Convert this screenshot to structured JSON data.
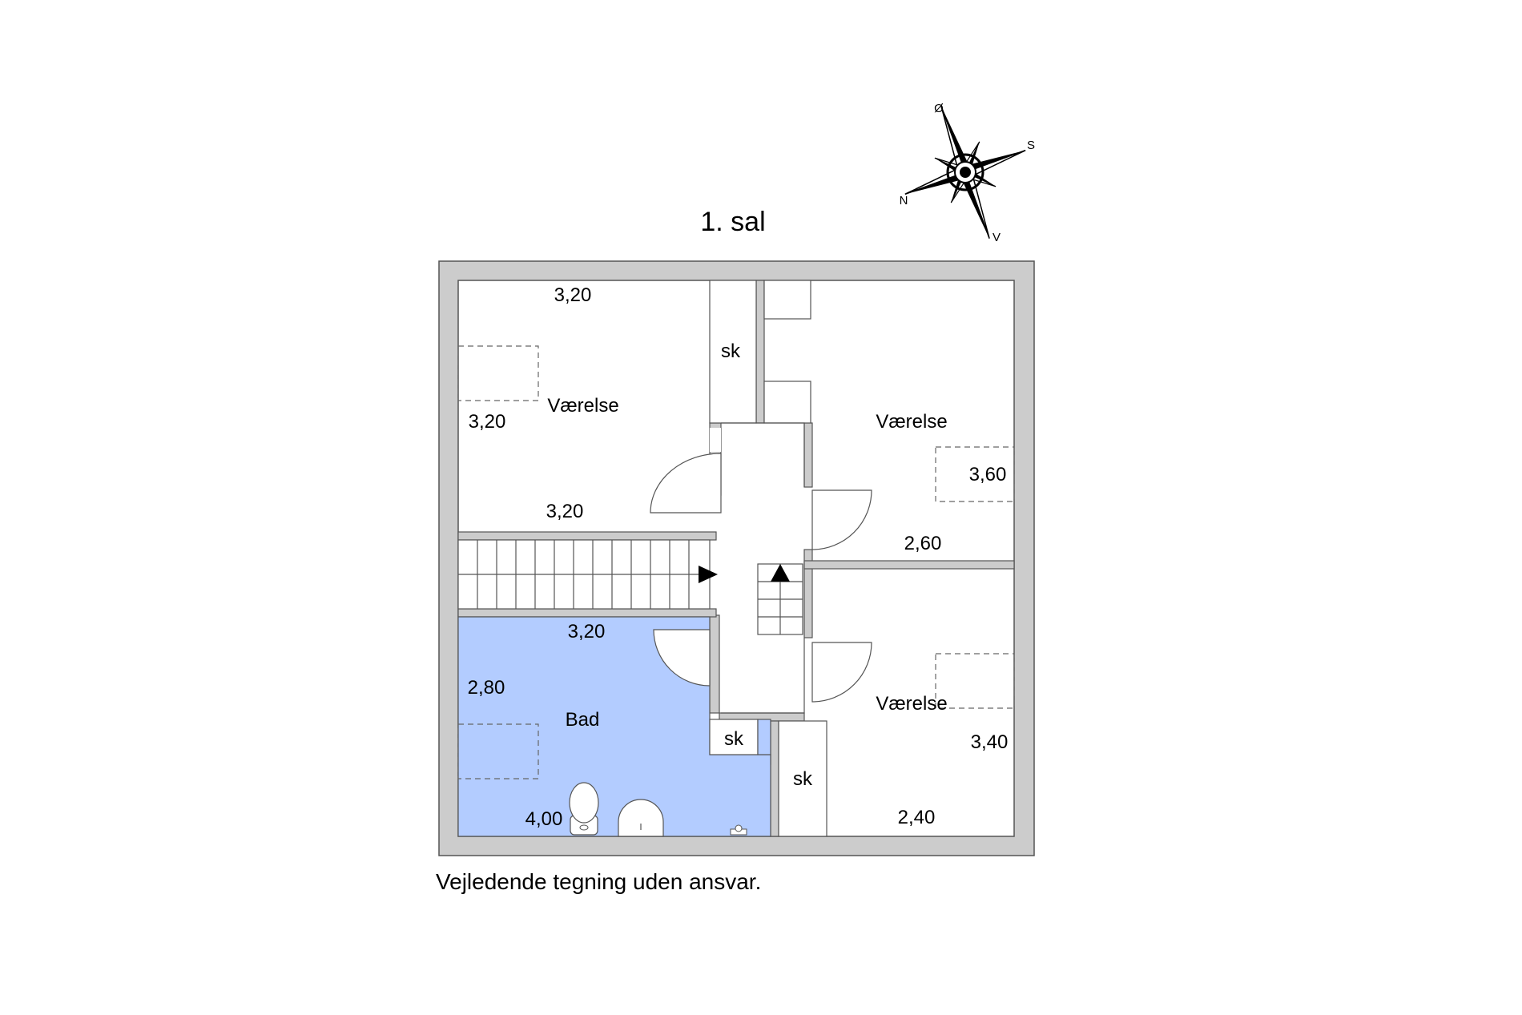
{
  "floor_title": "1. sal",
  "compass": {
    "north": "N",
    "south": "S",
    "east": "Ø",
    "west": "V"
  },
  "rooms": {
    "room_top_left": {
      "name": "Værelse",
      "dim_top": "3,20",
      "dim_left": "3,20",
      "dim_bottom": "3,20"
    },
    "room_top_right": {
      "name": "Værelse",
      "dim_right": "3,60",
      "dim_bottom": "2,60"
    },
    "room_bottom_right": {
      "name": "Værelse",
      "dim_right": "3,40",
      "dim_bottom": "2,40"
    },
    "bathroom": {
      "name": "Bad",
      "dim_top": "3,20",
      "dim_left": "2,80",
      "dim_bottom": "4,00"
    }
  },
  "closets": {
    "closet_top": "sk",
    "closet_bath": "sk",
    "closet_bottom_right": "sk"
  },
  "colors": {
    "wall": "#cccccc",
    "wall_outline": "#555555",
    "bathroom_fill": "#b3ccff",
    "background": "#ffffff"
  },
  "disclaimer": "Vejledende tegning uden ansvar."
}
